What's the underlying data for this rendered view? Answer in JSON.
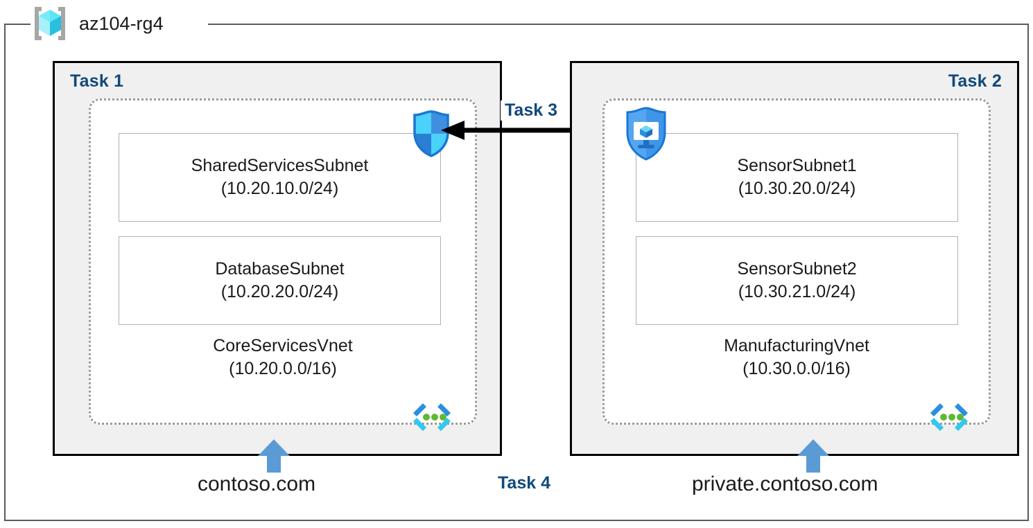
{
  "resource_group": {
    "name": "az104-rg4",
    "icon": "azure-resource-group-cube-icon"
  },
  "panels": [
    {
      "id": "task1",
      "label": "Task 1",
      "vnet": {
        "name": "CoreServicesVnet",
        "cidr": "(10.20.0.0/16)",
        "icon": "virtual-network-icon",
        "subnets": [
          {
            "name": "SharedServicesSubnet",
            "cidr": "(10.20.10.0/24)"
          },
          {
            "name": "DatabaseSubnet",
            "cidr": "(10.20.20.0/24)"
          }
        ]
      },
      "dns": {
        "label": "contoso.com",
        "icon": "up-arrow-icon"
      },
      "icon": {
        "name": "network-security-group-shield-icon"
      }
    },
    {
      "id": "task2",
      "label": "Task 2",
      "vnet": {
        "name": "ManufacturingVnet",
        "cidr": "(10.30.0.0/16)",
        "icon": "virtual-network-icon",
        "subnets": [
          {
            "name": "SensorSubnet1",
            "cidr": "(10.30.20.0/24)"
          },
          {
            "name": "SensorSubnet2",
            "cidr": "(10.30.21.0/24)"
          }
        ]
      },
      "dns": {
        "label": "private.contoso.com",
        "icon": "up-arrow-icon"
      },
      "icon": {
        "name": "protected-virtual-machine-shield-icon"
      }
    }
  ],
  "connections": {
    "peering": {
      "label": "Task 3",
      "icon": "left-arrow-icon",
      "direction": "right-to-left"
    }
  },
  "task4": {
    "label": "Task 4"
  },
  "colors": {
    "task_label_blue": "#11497a",
    "panel_background": "#f0f0f0",
    "panel_border": "#000000",
    "vnet_border": "#9a9a9a",
    "subnet_border": "#b0b0b0",
    "rg_border": "#5a5a5a",
    "arrow_black": "#000000",
    "dns_arrow_blue": "#5b9bd5",
    "azure_blue": "#0078d4",
    "cyan": "#32c8f0",
    "green_dot": "#5fb832"
  }
}
